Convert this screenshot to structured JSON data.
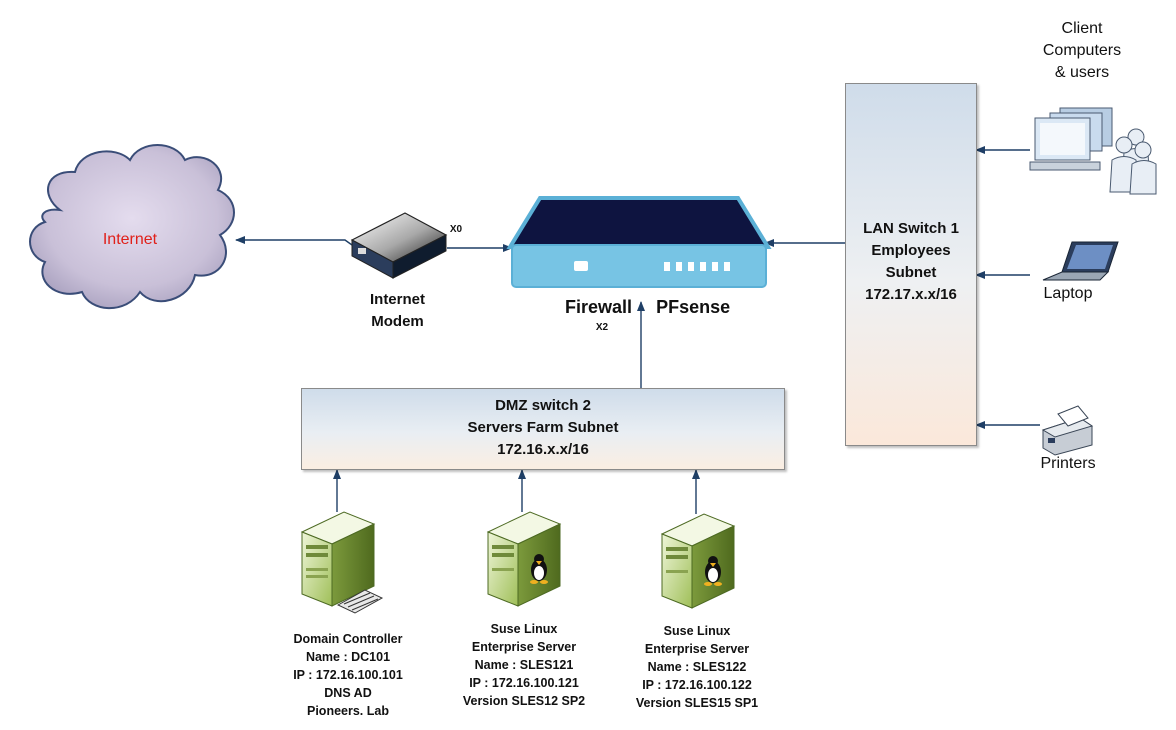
{
  "internet": {
    "label": "Internet"
  },
  "modem": {
    "label_line1": "Internet",
    "label_line2": "Modem",
    "port_label": "X0"
  },
  "firewall": {
    "label_name": "Firewall",
    "label_brand": "PFsense",
    "port_x2": "X2"
  },
  "dmz_switch": {
    "line1": "DMZ  switch  2",
    "line2": "Servers Farm  Subnet",
    "line3": "172.16.x.x/16"
  },
  "lan_switch": {
    "line1": "LAN  Switch 1",
    "line2": "Employees",
    "line3": "Subnet",
    "line4": "172.17.x.x/16"
  },
  "clients": {
    "line1": "Client",
    "line2": "Computers",
    "line3": "& users"
  },
  "laptop": {
    "label": "Laptop"
  },
  "printers": {
    "label": "Printers"
  },
  "servers": [
    {
      "lines": [
        "Domain Controller",
        "Name : DC101",
        "IP : 172.16.100.101",
        "DNS AD",
        "Pioneers. Lab"
      ]
    },
    {
      "lines": [
        "Suse Linux",
        "Enterprise Server",
        "Name : SLES121",
        "IP : 172.16.100.121",
        "Version SLES12 SP2"
      ]
    },
    {
      "lines": [
        "Suse Linux",
        "Enterprise Server",
        "Name : SLES122",
        "IP : 172.16.100.122",
        "Version SLES15 SP1"
      ]
    }
  ],
  "colors": {
    "arrow": "#1f3f66",
    "internet_text": "#e0201a",
    "cloud": "#b8b0cc"
  }
}
